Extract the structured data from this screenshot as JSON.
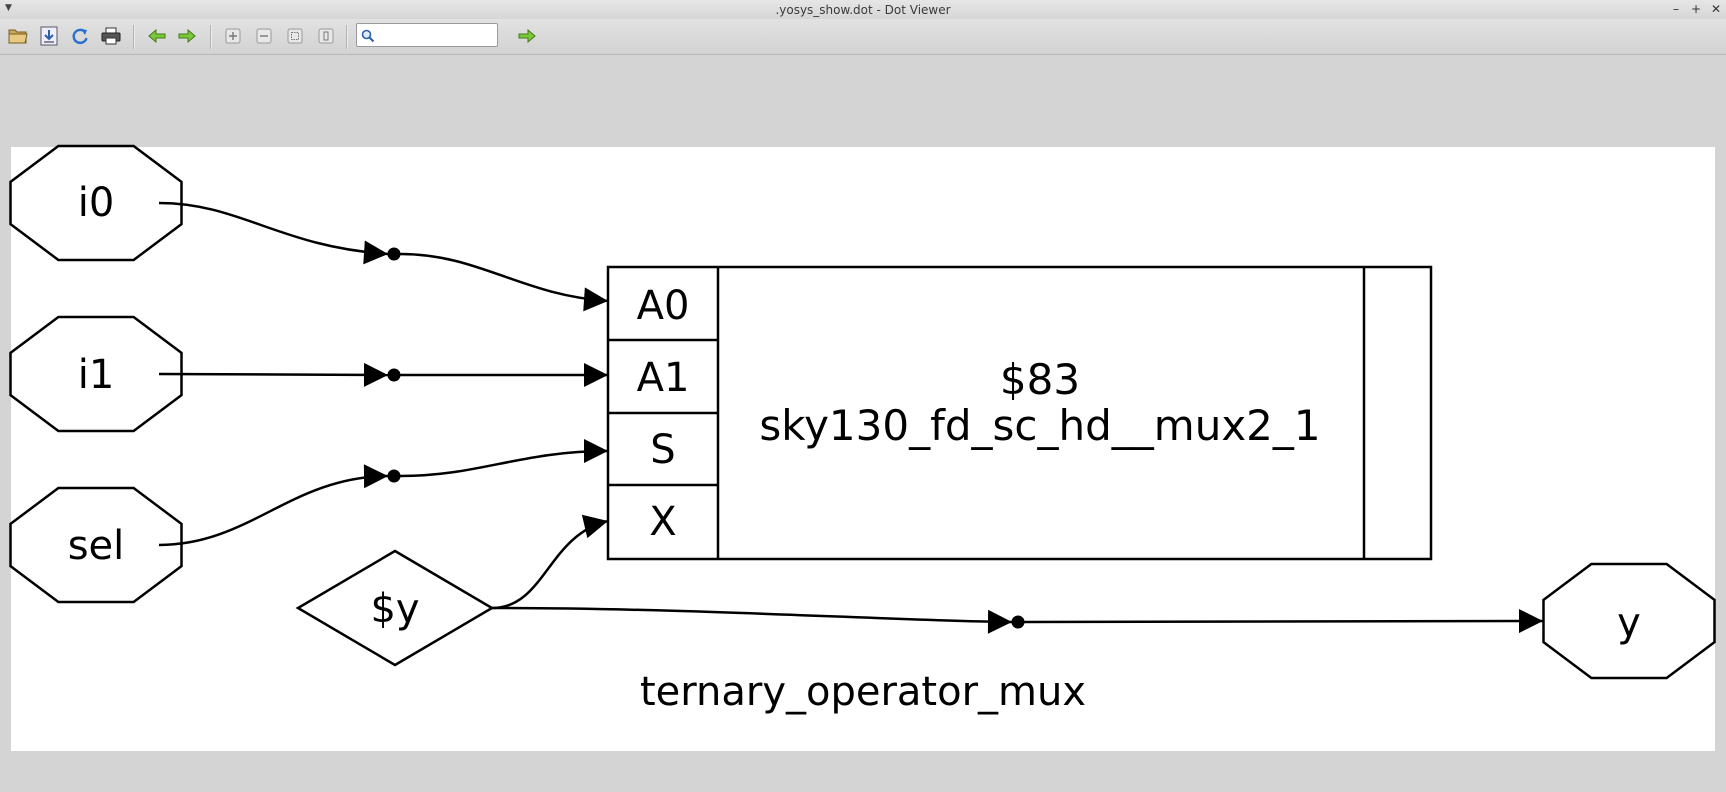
{
  "window": {
    "title": ".yosys_show.dot - Dot Viewer",
    "controls": [
      "–",
      "+",
      "✕"
    ]
  },
  "toolbar": {
    "buttons": [
      "open-icon",
      "save-icon",
      "reload-icon",
      "print-icon",
      "back-icon",
      "forward-icon",
      "zoom-in-icon",
      "zoom-out-icon",
      "zoom-fit-icon",
      "zoom-100-icon"
    ],
    "search": {
      "value": "",
      "placeholder": ""
    },
    "find_button": "find-next-icon"
  },
  "graph": {
    "inputs": [
      "i0",
      "i1",
      "sel"
    ],
    "output": "y",
    "wire": "$y",
    "cell": {
      "id": "$83",
      "type": "sky130_fd_sc_hd__mux2_1",
      "ports": [
        "A0",
        "A1",
        "S",
        "X"
      ]
    },
    "module_name": "ternary_operator_mux"
  }
}
